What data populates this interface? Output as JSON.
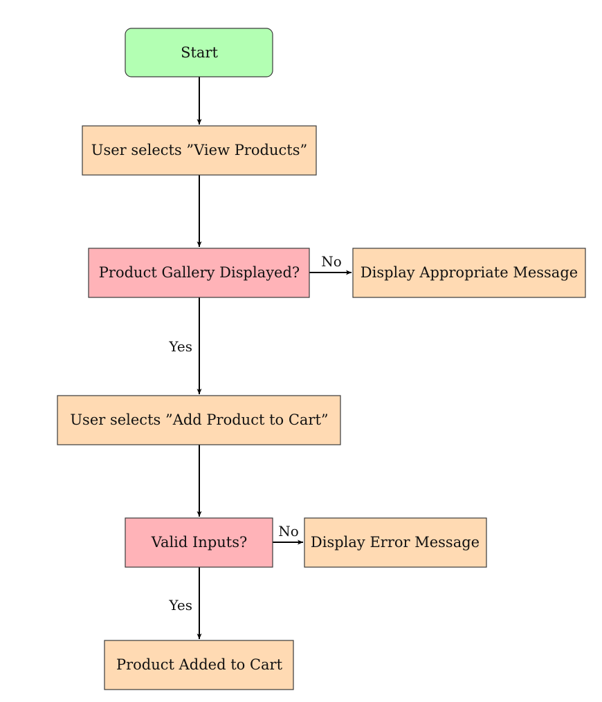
{
  "flowchart": {
    "colors": {
      "start": "#b3ffb3",
      "process": "#ffdab3",
      "decision": "#ffb3b8",
      "stroke": "#3a3a3a",
      "arrow": "#000000"
    },
    "nodes": {
      "start": {
        "label": "Start",
        "shape": "rounded-rectangle"
      },
      "view_products": {
        "label": "User selects ”View Products”",
        "shape": "rectangle"
      },
      "gallery_check": {
        "label": "Product Gallery Displayed?",
        "shape": "decision-rectangle"
      },
      "appropriate_message": {
        "label": "Display Appropriate Message",
        "shape": "rectangle"
      },
      "add_to_cart": {
        "label": "User selects ”Add Product to Cart”",
        "shape": "rectangle"
      },
      "valid_inputs": {
        "label": "Valid Inputs?",
        "shape": "decision-rectangle"
      },
      "error_message": {
        "label": "Display Error Message",
        "shape": "rectangle"
      },
      "added": {
        "label": "Product Added to Cart",
        "shape": "rectangle"
      }
    },
    "edges": {
      "start_to_view": {
        "from": "start",
        "to": "view_products",
        "label": ""
      },
      "view_to_gallery": {
        "from": "view_products",
        "to": "gallery_check",
        "label": ""
      },
      "gallery_no": {
        "from": "gallery_check",
        "to": "appropriate_message",
        "label": "No"
      },
      "gallery_yes": {
        "from": "gallery_check",
        "to": "add_to_cart",
        "label": "Yes"
      },
      "add_to_valid": {
        "from": "add_to_cart",
        "to": "valid_inputs",
        "label": ""
      },
      "valid_no": {
        "from": "valid_inputs",
        "to": "error_message",
        "label": "No"
      },
      "valid_yes": {
        "from": "valid_inputs",
        "to": "added",
        "label": "Yes"
      }
    }
  }
}
